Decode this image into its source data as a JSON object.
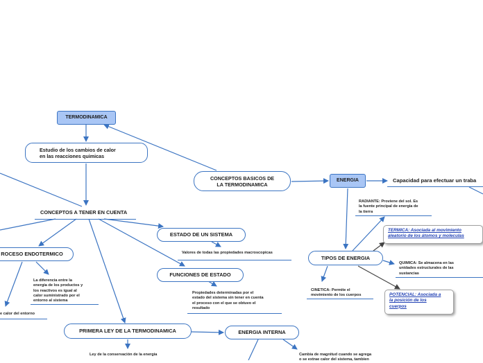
{
  "nodes": {
    "termodinamica": "TERMODINAMICA",
    "estudio": "Estudio de los cambios de calor\nen las reacciones quimicas",
    "conceptos_basicos": "CONCEPTOS BASICOS DE\nLA TERMODINAMICA",
    "conceptos_tener": "CONCEPTOS A TENER EN CUENTA",
    "energia": "ENERGIA",
    "capacidad": "Capacidad para efectuar un traba",
    "proceso_endotermico": "ROCESO ENDOTERMICO",
    "estado_sistema": "ESTADO DE UN SISTEMA",
    "funciones_estado": "FUNCIONES DE ESTADO",
    "primera_ley": "PRIMERA LEY DE LA TERMODINAMICA",
    "energia_interna": "ENERGIA INTERNA",
    "tipos_energia": "TIPOS DE ENERGIA"
  },
  "notes": {
    "radiante": "RADIANTE: Proviene del sol. Es\nla fuente principal de energia de\nla tierra",
    "quimica": "QUIMICA: Se almacena en las\nunidades estructurales de las\nsustancias",
    "cinetica": "CINETICA: Permite el\nmovimiento de los cuerpos",
    "valores": "Valores de todas las propiedades macroscopicas",
    "propiedades": "Propiedades determinadas por el\nestado del sistema sin tener en cuenta\nel proceso con el que se obtuvo el\nresultado",
    "diferencia": "La diferencia entre la\nenergia de los productos y\nlos reactivos es igual al\ncalor suministrado por el\nentorno al sistema",
    "calor_entorno": "e calor del entorno",
    "ley_conservacion": "Ley de la conservación de la energia",
    "cambia_magnitud": "Cambia de magnitud cuando se agrega\no se extrae calor del sistema, tambien"
  },
  "callouts": {
    "termica": "TERMICA: Asociada al movimiento\naleatorio de los átomos y moleculas",
    "potencial": "POTENCIAL: Asociada a\nla posición de los\ncuerpos"
  },
  "colors": {
    "connector": "#3b74c2",
    "dark_connector": "#444444",
    "highlight_fill": "#a9c6f5",
    "callout_text": "#1f3fb3"
  }
}
